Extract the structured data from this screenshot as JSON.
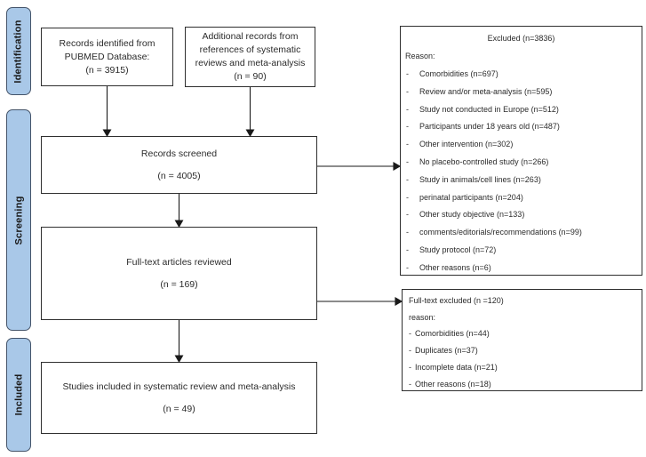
{
  "stages": [
    {
      "label": "Identification"
    },
    {
      "label": "Screening"
    },
    {
      "label": "Included"
    }
  ],
  "boxes": {
    "identified": {
      "line1": "Records identified from",
      "line2": "PUBMED Database:",
      "count": "(n = 3915)"
    },
    "additional": {
      "line1": "Additional records from",
      "line2": "references of systematic",
      "line3": "reviews and meta-analysis",
      "count": "(n = 90)"
    },
    "screened": {
      "title": "Records screened",
      "count": "(n = 4005)"
    },
    "fulltext": {
      "title": "Full-text articles reviewed",
      "count": "(n = 169)"
    },
    "included": {
      "title": "Studies included in systematic review and meta-analysis",
      "count": "(n = 49)"
    },
    "excluded": {
      "title": "Excluded (n=3836)",
      "reason_label": "Reason:",
      "items": [
        "Comorbidities (n=697)",
        "Review and/or meta-analysis (n=595)",
        "Study not conducted in Europe (n=512)",
        "Participants under 18 years old (n=487)",
        "Other intervention (n=302)",
        "No placebo-controlled study (n=266)",
        "Study in animals/cell lines (n=263)",
        "perinatal participants (n=204)",
        "Other study objective (n=133)",
        "comments/editorials/recommendations (n=99)",
        "Study protocol (n=72)",
        "Other reasons (n=6)"
      ]
    },
    "fulltext_excluded": {
      "title": "Full-text excluded (n =120)",
      "reason_label": "reason:",
      "items": [
        "Comorbidities (n=44)",
        "Duplicates (n=37)",
        "Incomplete data (n=21)",
        "Other reasons (n=18)"
      ]
    }
  },
  "punct": {
    "dash": "-"
  },
  "colors": {
    "stage_fill": "#a9c8e8",
    "stage_border": "#44546a",
    "box_border": "#2f2f2f",
    "arrow": "#1a1a1a"
  }
}
